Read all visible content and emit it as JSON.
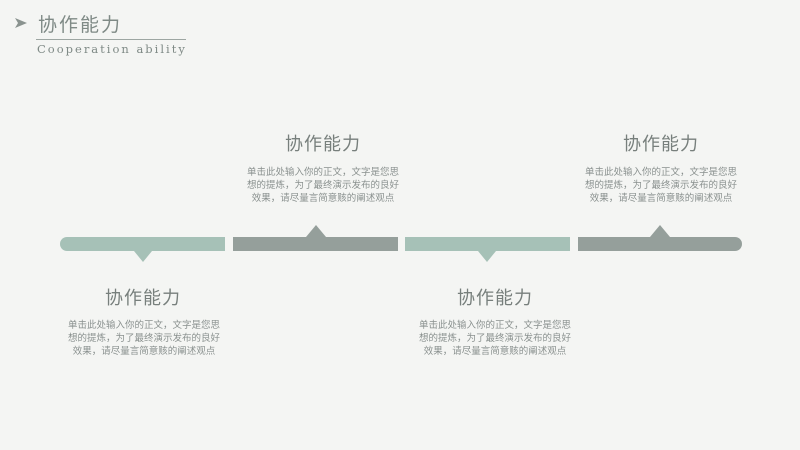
{
  "header": {
    "title": "协作能力",
    "subtitle": "Cooperation ability",
    "arrow_icon": "navigation-arrow-icon"
  },
  "colors": {
    "background": "#f4f5f3",
    "accent_green": "#a6c1b7",
    "accent_gray": "#959f9b",
    "text": "#777f7c"
  },
  "timeline": {
    "items": [
      {
        "title": "协作能力",
        "description": "单击此处输入你的正文，文字是您思想的提炼，为了最终演示发布的良好效果，请尽量言简意赅的阐述观点"
      },
      {
        "title": "协作能力",
        "description": "单击此处输入你的正文，文字是您思想的提炼，为了最终演示发布的良好效果，请尽量言简意赅的阐述观点"
      },
      {
        "title": "协作能力",
        "description": "单击此处输入你的正文，文字是您思想的提炼，为了最终演示发布的良好效果，请尽量言简意赅的阐述观点"
      },
      {
        "title": "协作能力",
        "description": "单击此处输入你的正文，文字是您思想的提炼，为了最终演示发布的良好效果，请尽量言简意赅的阐述观点"
      }
    ]
  }
}
